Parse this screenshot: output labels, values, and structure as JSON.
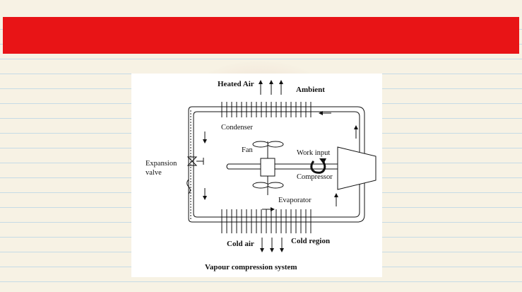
{
  "diagram": {
    "labels": {
      "heated_air": "Heated Air",
      "ambient": "Ambient",
      "condenser": "Condenser",
      "fan": "Fan",
      "work_input": "Work input",
      "expansion_valve_line1": "Expansion",
      "expansion_valve_line2": "valve",
      "compressor": "Compressor",
      "evaporator": "Evaporator",
      "cold_air": "Cold air",
      "cold_region": "Cold region",
      "caption": "Vapour compression system"
    }
  },
  "colors": {
    "band": "#e81416",
    "lines": "#c6dbe6",
    "ink": "#111111"
  }
}
